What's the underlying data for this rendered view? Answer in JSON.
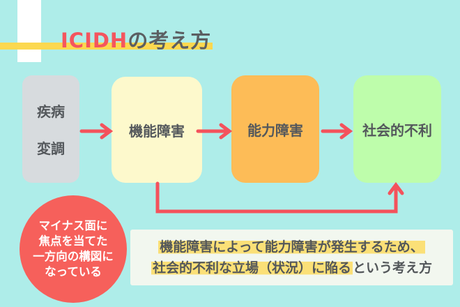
{
  "title": {
    "accent": "ICIDH",
    "rest": "の考え方"
  },
  "boxes": {
    "disease": {
      "lines": [
        "疾病",
        "変調"
      ],
      "color": "#d7dbde"
    },
    "impairment": {
      "label": "機能障害",
      "color": "#fdf9cc"
    },
    "disability": {
      "label": "能力障害",
      "color": "#fdbc57"
    },
    "handicap": {
      "label": "社会的不利",
      "color": "#befdab"
    }
  },
  "flow": {
    "arrow_color": "#f4525c",
    "sequence": [
      "疾病・変調",
      "機能障害",
      "能力障害",
      "社会的不利"
    ],
    "feedback": "機能障害 → 社会的不利 (下方迂回の矢印)"
  },
  "note_circle": {
    "lines": [
      "マイナス面に",
      "焦点を当てた",
      "一方向の構図に",
      "なっている"
    ],
    "color": "#f6605b"
  },
  "caption": {
    "line1_highlight": "機能障害によって能力障害が発生するため、",
    "line2_highlight": "社会的不利な立場（状況）に陥る",
    "line2_rest": "という考え方",
    "highlight_color": "#fbe077",
    "box_color": "#f2f7ef"
  },
  "page": {
    "background": "#aeede9",
    "title_underline_color": "#fcd84f",
    "title_accent_color": "#f4555e"
  }
}
